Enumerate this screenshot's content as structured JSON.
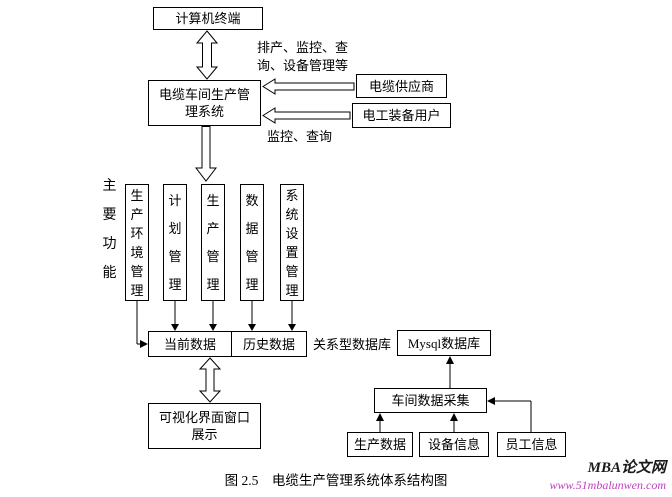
{
  "diagram": {
    "terminal": "计算机终端",
    "main_system_lines": [
      "电缆车间生产管",
      "理系统"
    ],
    "top_right_label_lines": [
      "排产、监控、查",
      "询、设备管理等"
    ],
    "cable_supplier": "电缆供应商",
    "equipment_user": "电工装备用户",
    "monitor_query_label": "监控、查询",
    "side_label": "主要功能",
    "function_boxes": [
      "生产环境管理",
      "计划管理",
      "生产管理",
      "数据管理",
      "系统设置管理"
    ],
    "current_data": "当前数据",
    "history_data": "历史数据",
    "relational_db_label": "关系型数据库",
    "mysql_db": "Mysql数据库",
    "visual_lines": [
      "可视化界面窗口",
      "展示"
    ],
    "workshop_collect": "车间数据采集",
    "prod_data": "生产数据",
    "device_info": "设备信息",
    "staff_info": "员工信息"
  },
  "caption": "图 2.5　电缆生产管理系统体系结构图",
  "watermark": {
    "brand": "MBA论文网",
    "url": "www.51mbalunwen.com",
    "url_color": "#bf3fbf"
  },
  "colors": {
    "line": "#000000",
    "box_bg": "#ffffff"
  }
}
